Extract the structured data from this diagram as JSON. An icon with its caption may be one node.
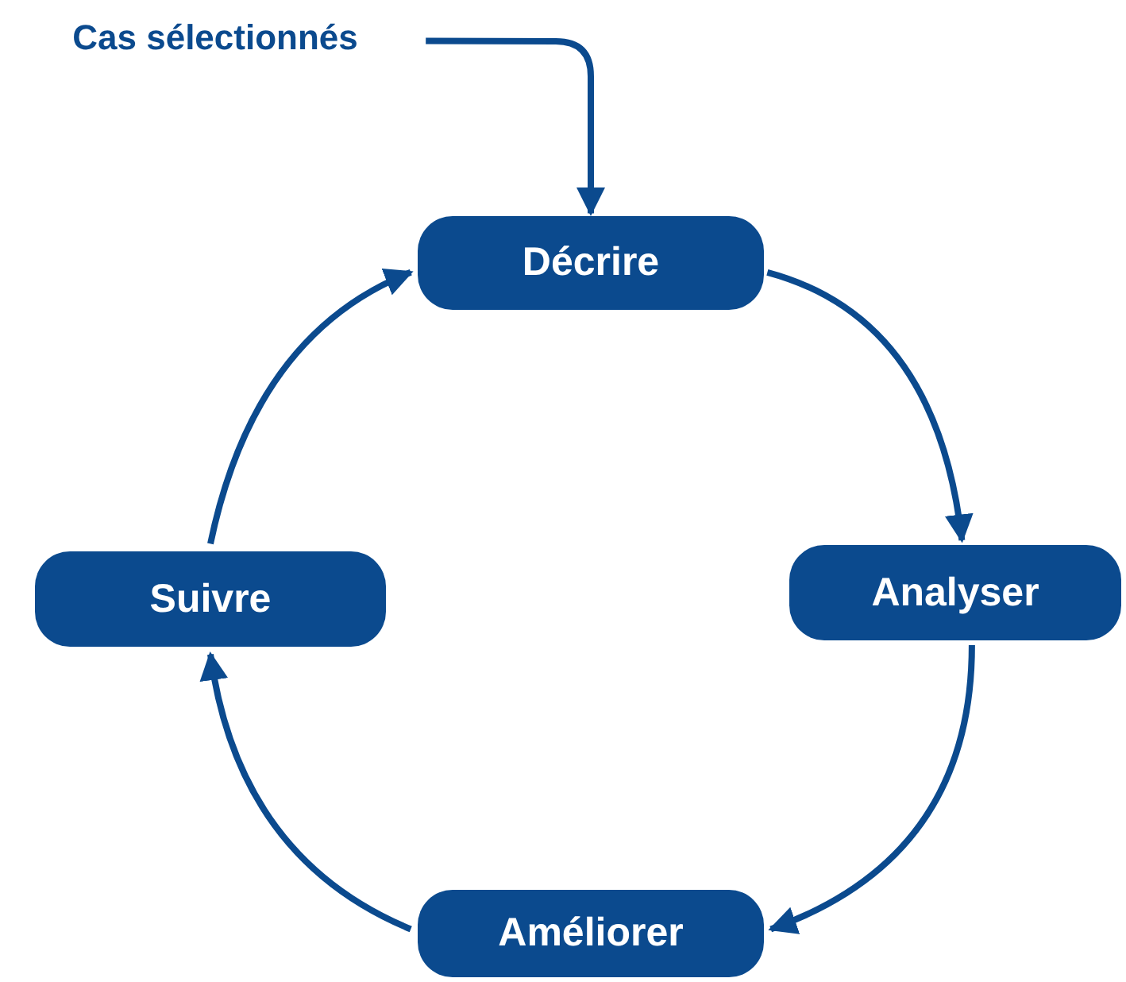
{
  "diagram": {
    "nodes": [
      {
        "text": [
          "Cas sélectionnés"
        ]
      },
      {
        "text": [
          "Décrire"
        ]
      },
      {
        "text": [
          "Analyser"
        ]
      },
      {
        "text": [
          "Améliorer"
        ]
      },
      {
        "text": [
          "Suivre"
        ]
      }
    ],
    "edges": [
      {
        "from": 0,
        "to": 1,
        "arrow": "to"
      },
      {
        "from": 1,
        "to": 2,
        "arrow": "to"
      },
      {
        "from": 2,
        "to": 3,
        "arrow": "to"
      },
      {
        "from": 3,
        "to": 4,
        "arrow": "to"
      },
      {
        "from": 4,
        "to": 1,
        "arrow": "to"
      }
    ]
  }
}
